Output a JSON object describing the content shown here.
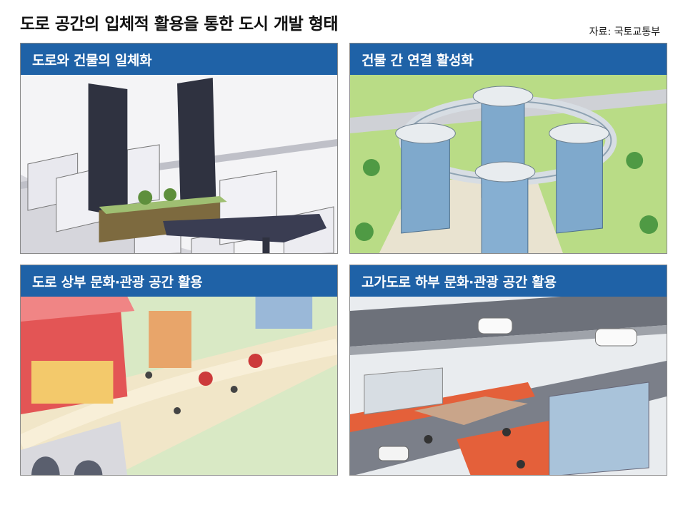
{
  "header": {
    "title": "도로 공간의 입체적 활용을 통한 도시 개발 형태",
    "source": "자료: 국토교통부"
  },
  "panels": [
    {
      "label": "도로와 건물의 일체화"
    },
    {
      "label": "건물 간 연결 활성화"
    },
    {
      "label": "도로 상부 문화·관광 공간 활용"
    },
    {
      "label": "고가도로 하부 문화·관광 공간 활용"
    }
  ],
  "colors": {
    "header_bar": "#1f62a7",
    "tower_dark": "#2f3240",
    "road": "#3a3d52",
    "grass": "#b9dc86",
    "glass": "#7fa9cc",
    "plaza": "#f1e6c8",
    "bike_lane": "#e4603a"
  }
}
